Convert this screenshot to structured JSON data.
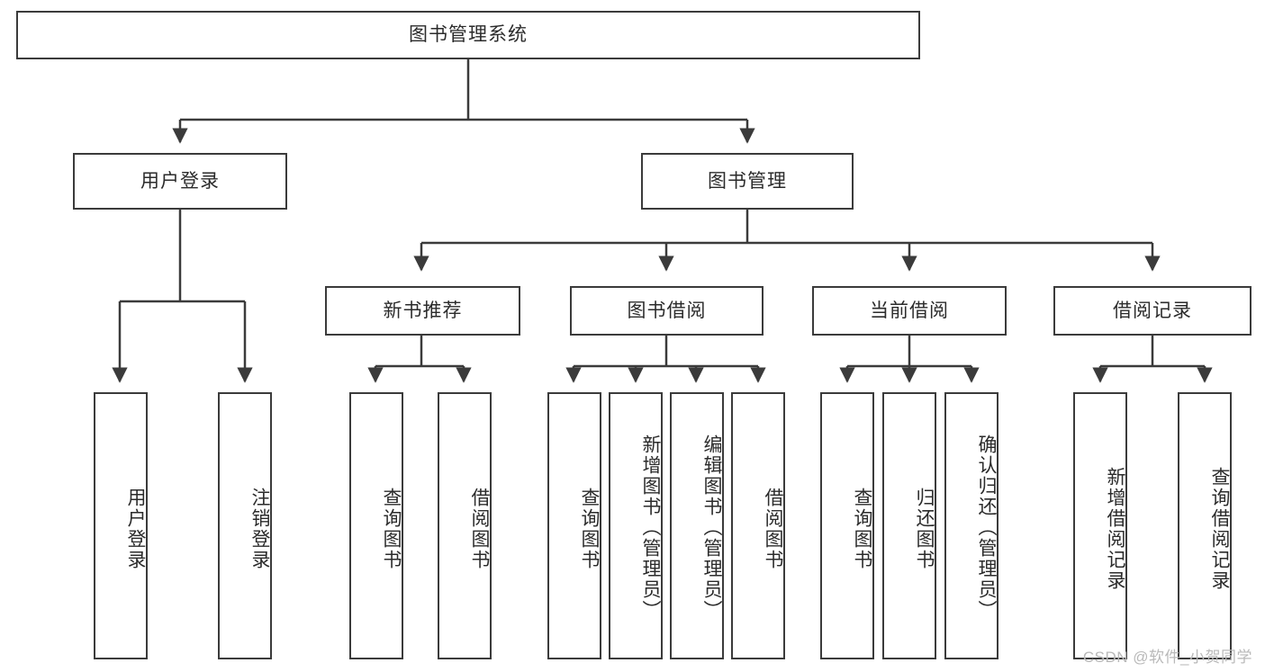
{
  "diagram": {
    "title": "图书管理系统",
    "type": "hierarchy-tree",
    "colors": {
      "box_border": "#3b3b3b",
      "box_fill": "#ffffff",
      "connector": "#3b3b3b",
      "text": "#2b2b2b",
      "watermark": "#b9b9b9"
    },
    "root": {
      "label": "图书管理系统"
    },
    "level2": [
      {
        "label": "用户登录"
      },
      {
        "label": "图书管理"
      }
    ],
    "level3": [
      {
        "label": "新书推荐"
      },
      {
        "label": "图书借阅"
      },
      {
        "label": "当前借阅"
      },
      {
        "label": "借阅记录"
      }
    ],
    "leaves": {
      "user_login": [
        {
          "label": "用户登录"
        },
        {
          "label": "注销登录"
        }
      ],
      "new_book_recommend": [
        {
          "label": "查询图书"
        },
        {
          "label": "借阅图书"
        }
      ],
      "book_borrow": [
        {
          "label": "查询图书"
        },
        {
          "label": "新增图书（管理员）"
        },
        {
          "label": "编辑图书（管理员）"
        },
        {
          "label": "借阅图书"
        }
      ],
      "current_borrow": [
        {
          "label": "查询图书"
        },
        {
          "label": "归还图书"
        },
        {
          "label": "确认归还（管理员）"
        }
      ],
      "borrow_record": [
        {
          "label": "新增借阅记录"
        },
        {
          "label": "查询借阅记录"
        }
      ]
    }
  },
  "watermark": {
    "text": "CSDN @软件_小贺同学"
  }
}
